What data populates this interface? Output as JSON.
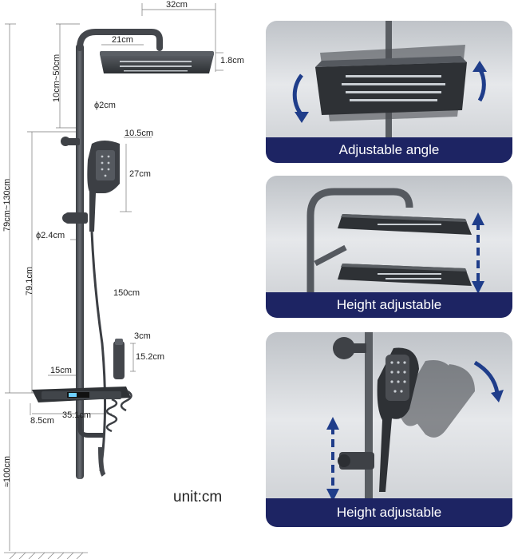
{
  "dimensions": {
    "top_width": "32cm",
    "head_inner_width": "21cm",
    "head_thickness": "1.8cm",
    "arm_offset": "10cm~50cm",
    "arm_diameter": "ϕ2cm",
    "handheld_width": "10.5cm",
    "handheld_length": "27cm",
    "pipe_diameter": "ϕ2.4cm",
    "hose_length": "150cm",
    "sprayer_width": "3cm",
    "sprayer_length": "15.2cm",
    "shelf_depth": "15cm",
    "shelf_width": "35.1cm",
    "spout_offset": "8.5cm",
    "total_height": "79cm~130cm",
    "pipe_height": "79.1cm",
    "floor_height": "≈100cm"
  },
  "unit_label": "unit:cm",
  "features": [
    {
      "label": "Adjustable angle"
    },
    {
      "label": "Height adjustable"
    },
    {
      "label": "Height adjustable"
    }
  ]
}
